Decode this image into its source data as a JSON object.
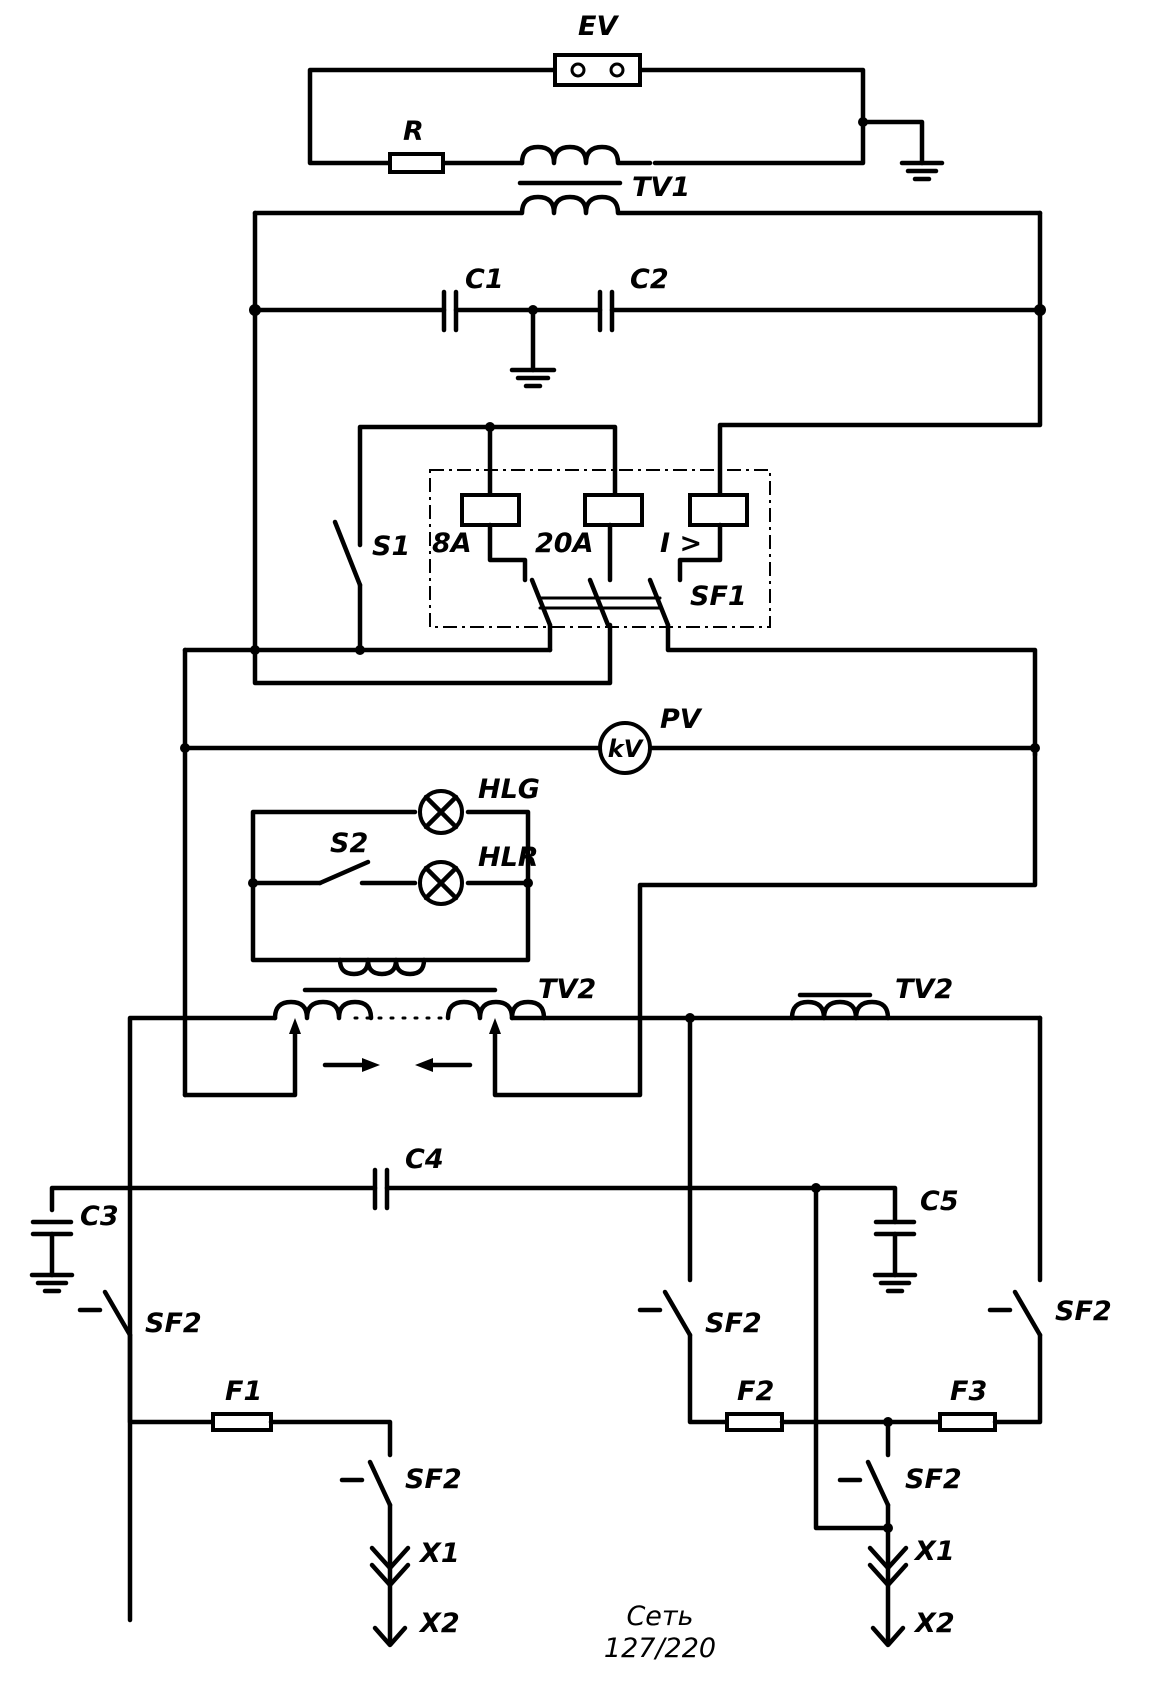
{
  "labels": {
    "EV": "EV",
    "R": "R",
    "TV1": "TV1",
    "C1": "C1",
    "C2": "C2",
    "S1": "S1",
    "r8A": "8A",
    "r20A": "20A",
    "rI": "I >",
    "SF1": "SF1",
    "PV": "PV",
    "voltmeter": "kV",
    "HLG": "HLG",
    "HLR": "HLR",
    "S2": "S2",
    "TV2_left": "TV2",
    "TV2_right": "TV2",
    "C3": "C3",
    "C4": "C4",
    "C5": "C5",
    "SF2_a": "SF2",
    "SF2_b": "SF2",
    "SF2_c": "SF2",
    "SF2_d": "SF2",
    "SF2_e": "SF2",
    "F1": "F1",
    "F2": "F2",
    "F3": "F3",
    "X1_left": "X1",
    "X2_left": "X2",
    "X1_right": "X1",
    "X2_right": "X2",
    "network_line1": "Сеть",
    "network_line2": "127/220"
  }
}
